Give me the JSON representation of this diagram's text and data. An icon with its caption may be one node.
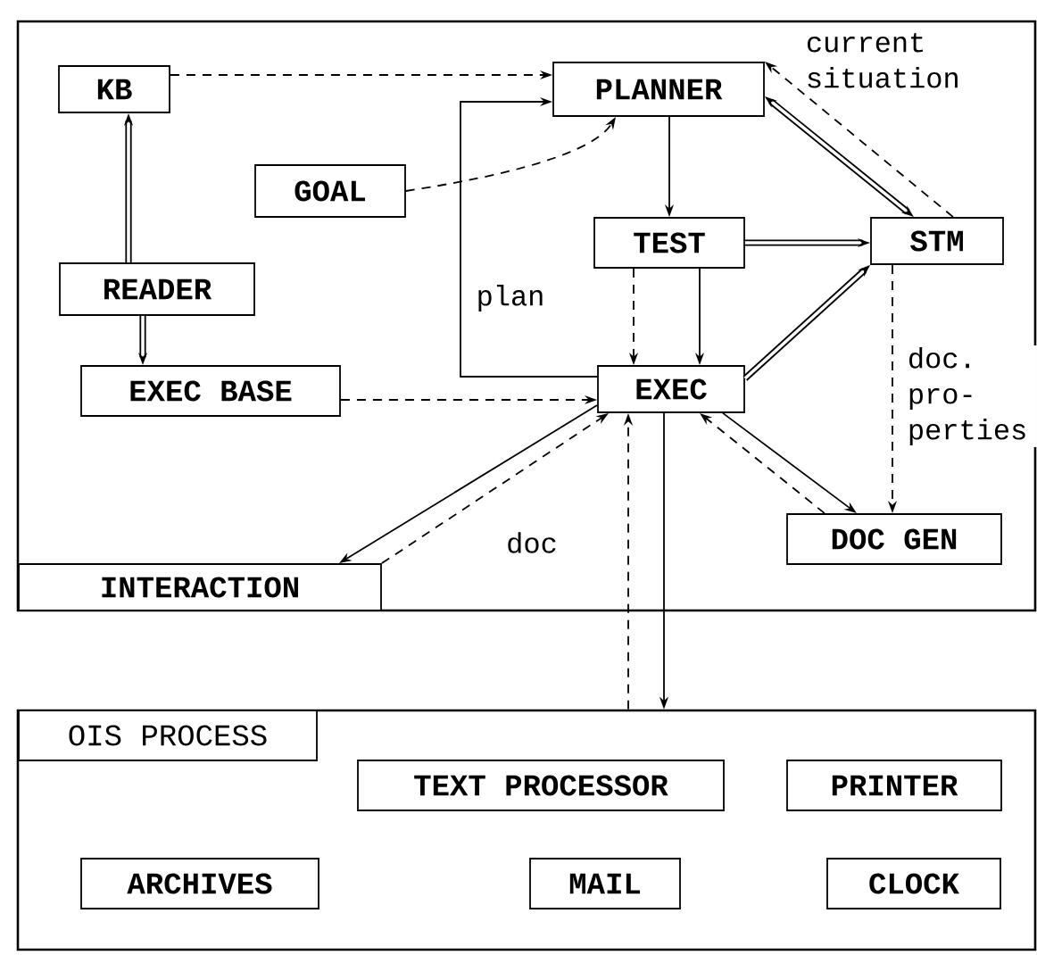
{
  "diagram": {
    "nodes": [
      {
        "text": [],
        "shape": "box"
      },
      {
        "text": [
          "KB"
        ],
        "in": 0
      },
      {
        "text": [
          "PLANNER"
        ],
        "in": 0
      },
      {
        "text": [
          "GOAL"
        ],
        "in": 0
      },
      {
        "text": [
          "TEST"
        ],
        "in": 0
      },
      {
        "text": [
          "STM"
        ],
        "in": 0
      },
      {
        "text": [
          "READER"
        ],
        "in": 0
      },
      {
        "text": [
          "EXEC BASE"
        ],
        "in": 0
      },
      {
        "text": [
          "EXEC"
        ],
        "in": 0
      },
      {
        "text": [
          "INTERACTION"
        ],
        "in": 0
      },
      {
        "text": [
          "DOC GEN"
        ],
        "in": 0
      },
      {
        "text": [],
        "shape": "box"
      },
      {
        "text": [
          "OIS PROCESS"
        ],
        "in": 11
      },
      {
        "text": [
          "TEXT PROCESSOR"
        ],
        "in": 11
      },
      {
        "text": [
          "PRINTER"
        ],
        "in": 11
      },
      {
        "text": [
          "ARCHIVES"
        ],
        "in": 11
      },
      {
        "text": [
          "MAIL"
        ],
        "in": 11
      },
      {
        "text": [
          "CLOCK"
        ],
        "in": 11
      }
    ],
    "edges": [
      {
        "from": 1,
        "to": 2,
        "arrow": "to",
        "style": "dashed"
      },
      {
        "from": 6,
        "to": 1,
        "arrow": "to",
        "style": "thick"
      },
      {
        "from": 6,
        "to": 7,
        "arrow": "to",
        "style": "thick"
      },
      {
        "from": 3,
        "to": 2,
        "arrow": "to",
        "style": "dashed"
      },
      {
        "from": 8,
        "to": 2,
        "arrow": "to",
        "label": "plan"
      },
      {
        "from": 2,
        "to": 4,
        "arrow": "to"
      },
      {
        "from": 2,
        "to": 5,
        "arrow": "both",
        "style": "thick"
      },
      {
        "from": 5,
        "to": 2,
        "arrow": "to",
        "style": "dashed",
        "label": "current situation"
      },
      {
        "from": 4,
        "to": 5,
        "arrow": "to",
        "style": "thick"
      },
      {
        "from": 4,
        "to": 8,
        "arrow": "to",
        "style": "dashed"
      },
      {
        "from": 4,
        "to": 8,
        "arrow": "to"
      },
      {
        "from": 7,
        "to": 8,
        "arrow": "to",
        "style": "dashed"
      },
      {
        "from": 8,
        "to": 5,
        "arrow": "to",
        "style": "thick"
      },
      {
        "from": 5,
        "to": 10,
        "arrow": "to",
        "style": "dashed",
        "label": "doc. pro- perties"
      },
      {
        "from": 8,
        "to": 9,
        "arrow": "to"
      },
      {
        "from": 9,
        "to": 8,
        "arrow": "to",
        "style": "dashed",
        "label": "doc"
      },
      {
        "from": 8,
        "to": 10,
        "arrow": "to"
      },
      {
        "from": 10,
        "to": 8,
        "arrow": "to",
        "style": "dashed"
      },
      {
        "from": 11,
        "to": 8,
        "arrow": "to",
        "style": "dashed"
      },
      {
        "from": 8,
        "to": 11,
        "arrow": "to"
      }
    ]
  }
}
